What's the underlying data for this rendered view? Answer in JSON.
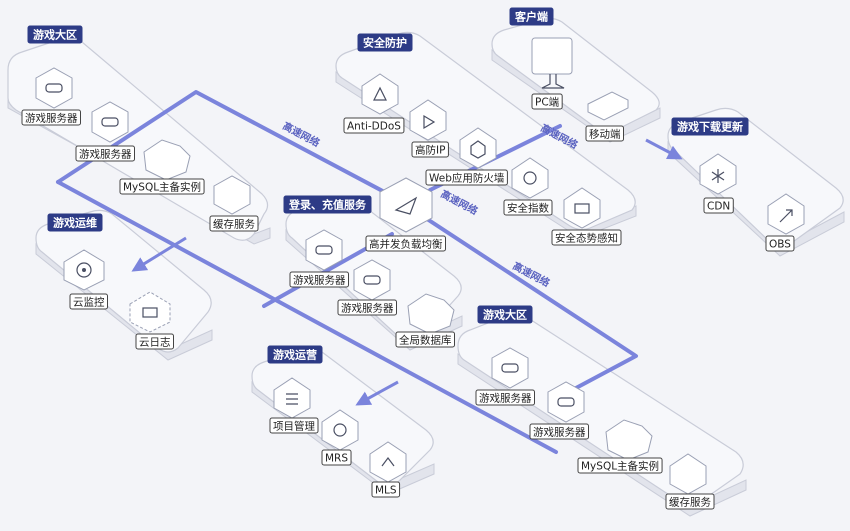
{
  "zones": [
    {
      "id": "game-zone-1",
      "tag": "游戏大区"
    },
    {
      "id": "security",
      "tag": "安全防护"
    },
    {
      "id": "client",
      "tag": "客户端"
    },
    {
      "id": "game-update",
      "tag": "游戏下载更新"
    },
    {
      "id": "game-ops",
      "tag": "游戏运维"
    },
    {
      "id": "login-pay",
      "tag": "登录、充值服务"
    },
    {
      "id": "game-zone-2",
      "tag": "游戏大区"
    },
    {
      "id": "game-operation",
      "tag": "游戏运营"
    }
  ],
  "nodes": [
    {
      "id": "z1-game-server-a",
      "label": "游戏服务器",
      "icon": "server-icon"
    },
    {
      "id": "z1-game-server-b",
      "label": "游戏服务器",
      "icon": "server-icon"
    },
    {
      "id": "z1-mysql",
      "label": "MySQL主备实例",
      "icon": "database-cluster-icon"
    },
    {
      "id": "z1-cache",
      "label": "缓存服务",
      "icon": "cache-icon"
    },
    {
      "id": "anti-ddos",
      "label": "Anti-DDoS",
      "icon": "shield-icon"
    },
    {
      "id": "high-ip",
      "label": "高防IP",
      "icon": "shield-play-icon"
    },
    {
      "id": "waf",
      "label": "Web应用防火墙",
      "icon": "firewall-icon"
    },
    {
      "id": "sec-index",
      "label": "安全指数",
      "icon": "security-index-icon"
    },
    {
      "id": "sec-awareness",
      "label": "安全态势感知",
      "icon": "situation-awareness-icon"
    },
    {
      "id": "pc",
      "label": "PC端",
      "icon": "monitor-icon"
    },
    {
      "id": "mobile",
      "label": "移动端",
      "icon": "mobile-icon"
    },
    {
      "id": "cdn",
      "label": "CDN",
      "icon": "cdn-icon"
    },
    {
      "id": "obs",
      "label": "OBS",
      "icon": "obs-icon"
    },
    {
      "id": "cloud-monitor",
      "label": "云监控",
      "icon": "monitor-eye-icon"
    },
    {
      "id": "cloud-log",
      "label": "云日志",
      "icon": "log-icon"
    },
    {
      "id": "elb",
      "label": "高并发负载均衡",
      "icon": "load-balancer-icon"
    },
    {
      "id": "lp-game-server-a",
      "label": "游戏服务器",
      "icon": "server-icon"
    },
    {
      "id": "lp-game-server-b",
      "label": "游戏服务器",
      "icon": "server-icon"
    },
    {
      "id": "lp-global-db",
      "label": "全局数据库",
      "icon": "database-cluster-icon"
    },
    {
      "id": "project-mgmt",
      "label": "项目管理",
      "icon": "project-icon"
    },
    {
      "id": "mrs",
      "label": "MRS",
      "icon": "mrs-icon"
    },
    {
      "id": "mls",
      "label": "MLS",
      "icon": "mls-icon"
    },
    {
      "id": "z2-game-server-a",
      "label": "游戏服务器",
      "icon": "server-icon"
    },
    {
      "id": "z2-game-server-b",
      "label": "游戏服务器",
      "icon": "server-icon"
    },
    {
      "id": "z2-mysql",
      "label": "MySQL主备实例",
      "icon": "database-cluster-icon"
    },
    {
      "id": "z2-cache",
      "label": "缓存服务",
      "icon": "cache-icon"
    }
  ],
  "links": [
    {
      "id": "link-1",
      "label": "高速网络"
    },
    {
      "id": "link-2",
      "label": "高速网络"
    },
    {
      "id": "link-3",
      "label": "高速网络"
    },
    {
      "id": "link-4",
      "label": "高速网络"
    }
  ],
  "colors": {
    "tag": "#2d3b86",
    "network": "#7b84dc",
    "label_border": "#444444"
  }
}
